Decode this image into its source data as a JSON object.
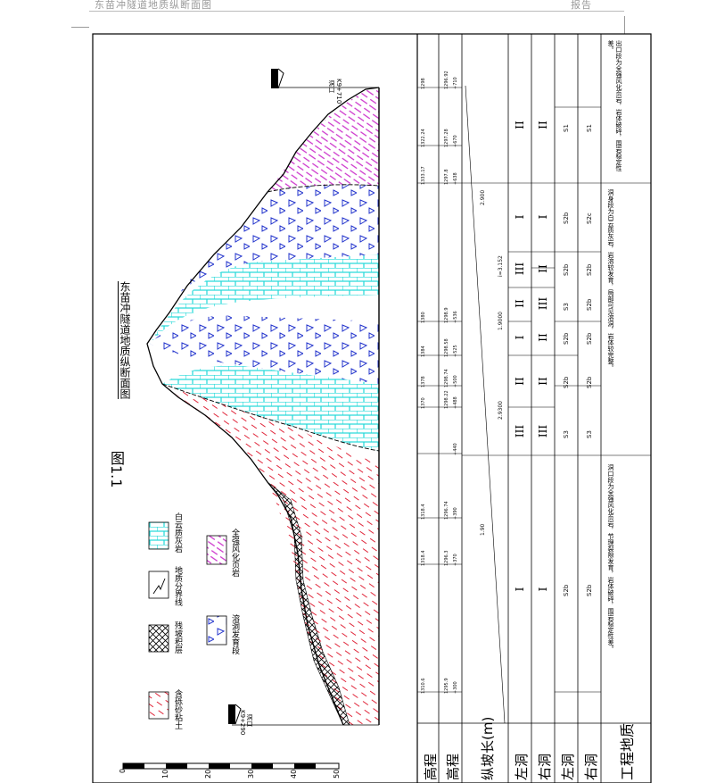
{
  "header": {
    "left_text": "东苗冲隧道地质纵断面图",
    "right_text": "报告"
  },
  "drawing": {
    "figure_number": "图1.1",
    "figure_title": "东苗冲隧道地质纵断面图",
    "portal_left": "K9+290",
    "portal_right": "K9+710",
    "portal_left_note": "洞口",
    "portal_right_note": "洞口"
  },
  "legend": {
    "items": [
      {
        "label": "含砾砂粘土",
        "pattern": "red-dash",
        "icon": "hatch-red-icon"
      },
      {
        "label": "残坡积层",
        "pattern": "cross-hatch",
        "icon": "crosshatch-icon"
      },
      {
        "label": "地质分界线",
        "pattern": "boundary",
        "icon": "boundary-line-icon"
      },
      {
        "label": "溶洞发育段",
        "pattern": "triangles",
        "icon": "triangle-pattern-icon"
      },
      {
        "label": "白云质灰岩",
        "pattern": "brick-cyan",
        "icon": "brick-pattern-icon"
      },
      {
        "label": "全强风化页岩",
        "pattern": "purple-dash",
        "icon": "hatch-purple-icon"
      }
    ]
  },
  "table": {
    "row_labels": [
      "高程",
      "高程",
      "纵坡长(m)",
      "左洞",
      "右洞",
      "左洞",
      "右洞",
      "工程地质"
    ],
    "stations": [
      "+300",
      "+370",
      "+390",
      "+440",
      "+488",
      "+500",
      "+525",
      "+536",
      "+638",
      "+670",
      "+710"
    ],
    "elevations_a": [
      "1310.6",
      "1318.4",
      "1318.4",
      "",
      "1370",
      "1378",
      "1384",
      "1380",
      "1333.17",
      "1322.24",
      "1298"
    ],
    "elevations_b": [
      "1295.9",
      "1296.3",
      "1296.74",
      "",
      "1298.22",
      "1298.74",
      "1298.58",
      "1298.9",
      "1297.8",
      "1297.28",
      "1296.92"
    ],
    "slope_labels": [
      "1.90",
      "2.900",
      "i=3.152",
      "1.9000",
      "2.9300"
    ],
    "left_tunnel_grades": [
      "I",
      "III",
      "II",
      "I",
      "II",
      "III",
      "I",
      "II"
    ],
    "right_tunnel_grades": [
      "I",
      "III",
      "II",
      "II",
      "III",
      "II",
      "I",
      "II"
    ],
    "left_rock_codes": [
      "S2b",
      "S3",
      "S2b",
      "S2b",
      "S3",
      "S2b",
      "S2b",
      "S1"
    ],
    "right_rock_codes": [
      "S2b",
      "S3",
      "S2b",
      "S2b",
      "S2b",
      "S2b",
      "S2c",
      "S1"
    ],
    "geology_notes": [
      "洞口段为全强风化页岩，节理裂隙发育，岩体破碎，围岩稳定性差。",
      "洞身段为白云质灰岩，岩溶较发育，局部可见溶洞，岩体较完整。",
      "出口段为全强风化页岩，岩体破碎，围岩稳定性差。"
    ]
  },
  "scale_bar": {
    "ticks": [
      "0",
      "10",
      "20",
      "30",
      "40",
      "50"
    ]
  },
  "colors": {
    "red_hatch": "#e0283c",
    "purple_hatch": "#cc33cc",
    "cyan_fill": "#33e6e6",
    "triangle": "#2233cc",
    "line": "#000000"
  }
}
